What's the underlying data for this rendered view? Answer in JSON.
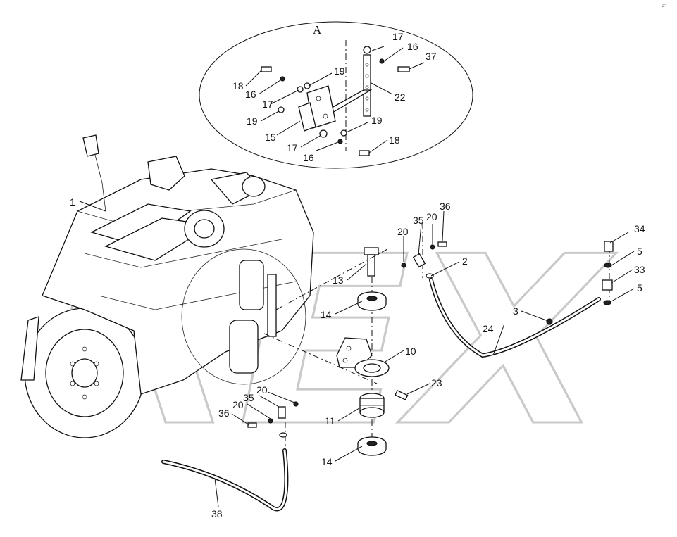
{
  "corner_mark": "a\" ···",
  "watermark": "REX",
  "detail_view": {
    "title": "A"
  },
  "labels": [
    {
      "id": "l1",
      "text": "1"
    },
    {
      "id": "l2",
      "text": "2"
    },
    {
      "id": "l3",
      "text": "3"
    },
    {
      "id": "l5a",
      "text": "5"
    },
    {
      "id": "l5b",
      "text": "5"
    },
    {
      "id": "l10",
      "text": "10"
    },
    {
      "id": "l11",
      "text": "11"
    },
    {
      "id": "l13",
      "text": "13"
    },
    {
      "id": "l14a",
      "text": "14"
    },
    {
      "id": "l14b",
      "text": "14"
    },
    {
      "id": "l15",
      "text": "15"
    },
    {
      "id": "l16a",
      "text": "16"
    },
    {
      "id": "l16b",
      "text": "16"
    },
    {
      "id": "l16c",
      "text": "16"
    },
    {
      "id": "l17a",
      "text": "17"
    },
    {
      "id": "l17b",
      "text": "17"
    },
    {
      "id": "l17c",
      "text": "17"
    },
    {
      "id": "l18a",
      "text": "18"
    },
    {
      "id": "l18b",
      "text": "18"
    },
    {
      "id": "l19a",
      "text": "19"
    },
    {
      "id": "l19b",
      "text": "19"
    },
    {
      "id": "l19c",
      "text": "19"
    },
    {
      "id": "l20a",
      "text": "20"
    },
    {
      "id": "l20b",
      "text": "20"
    },
    {
      "id": "l20c",
      "text": "20"
    },
    {
      "id": "l20d",
      "text": "20"
    },
    {
      "id": "l22",
      "text": "22"
    },
    {
      "id": "l23",
      "text": "23"
    },
    {
      "id": "l24",
      "text": "24"
    },
    {
      "id": "l33",
      "text": "33"
    },
    {
      "id": "l34",
      "text": "34"
    },
    {
      "id": "l35a",
      "text": "35"
    },
    {
      "id": "l35b",
      "text": "35"
    },
    {
      "id": "l36a",
      "text": "36"
    },
    {
      "id": "l36b",
      "text": "36"
    },
    {
      "id": "l37",
      "text": "37"
    },
    {
      "id": "l38",
      "text": "38"
    }
  ]
}
